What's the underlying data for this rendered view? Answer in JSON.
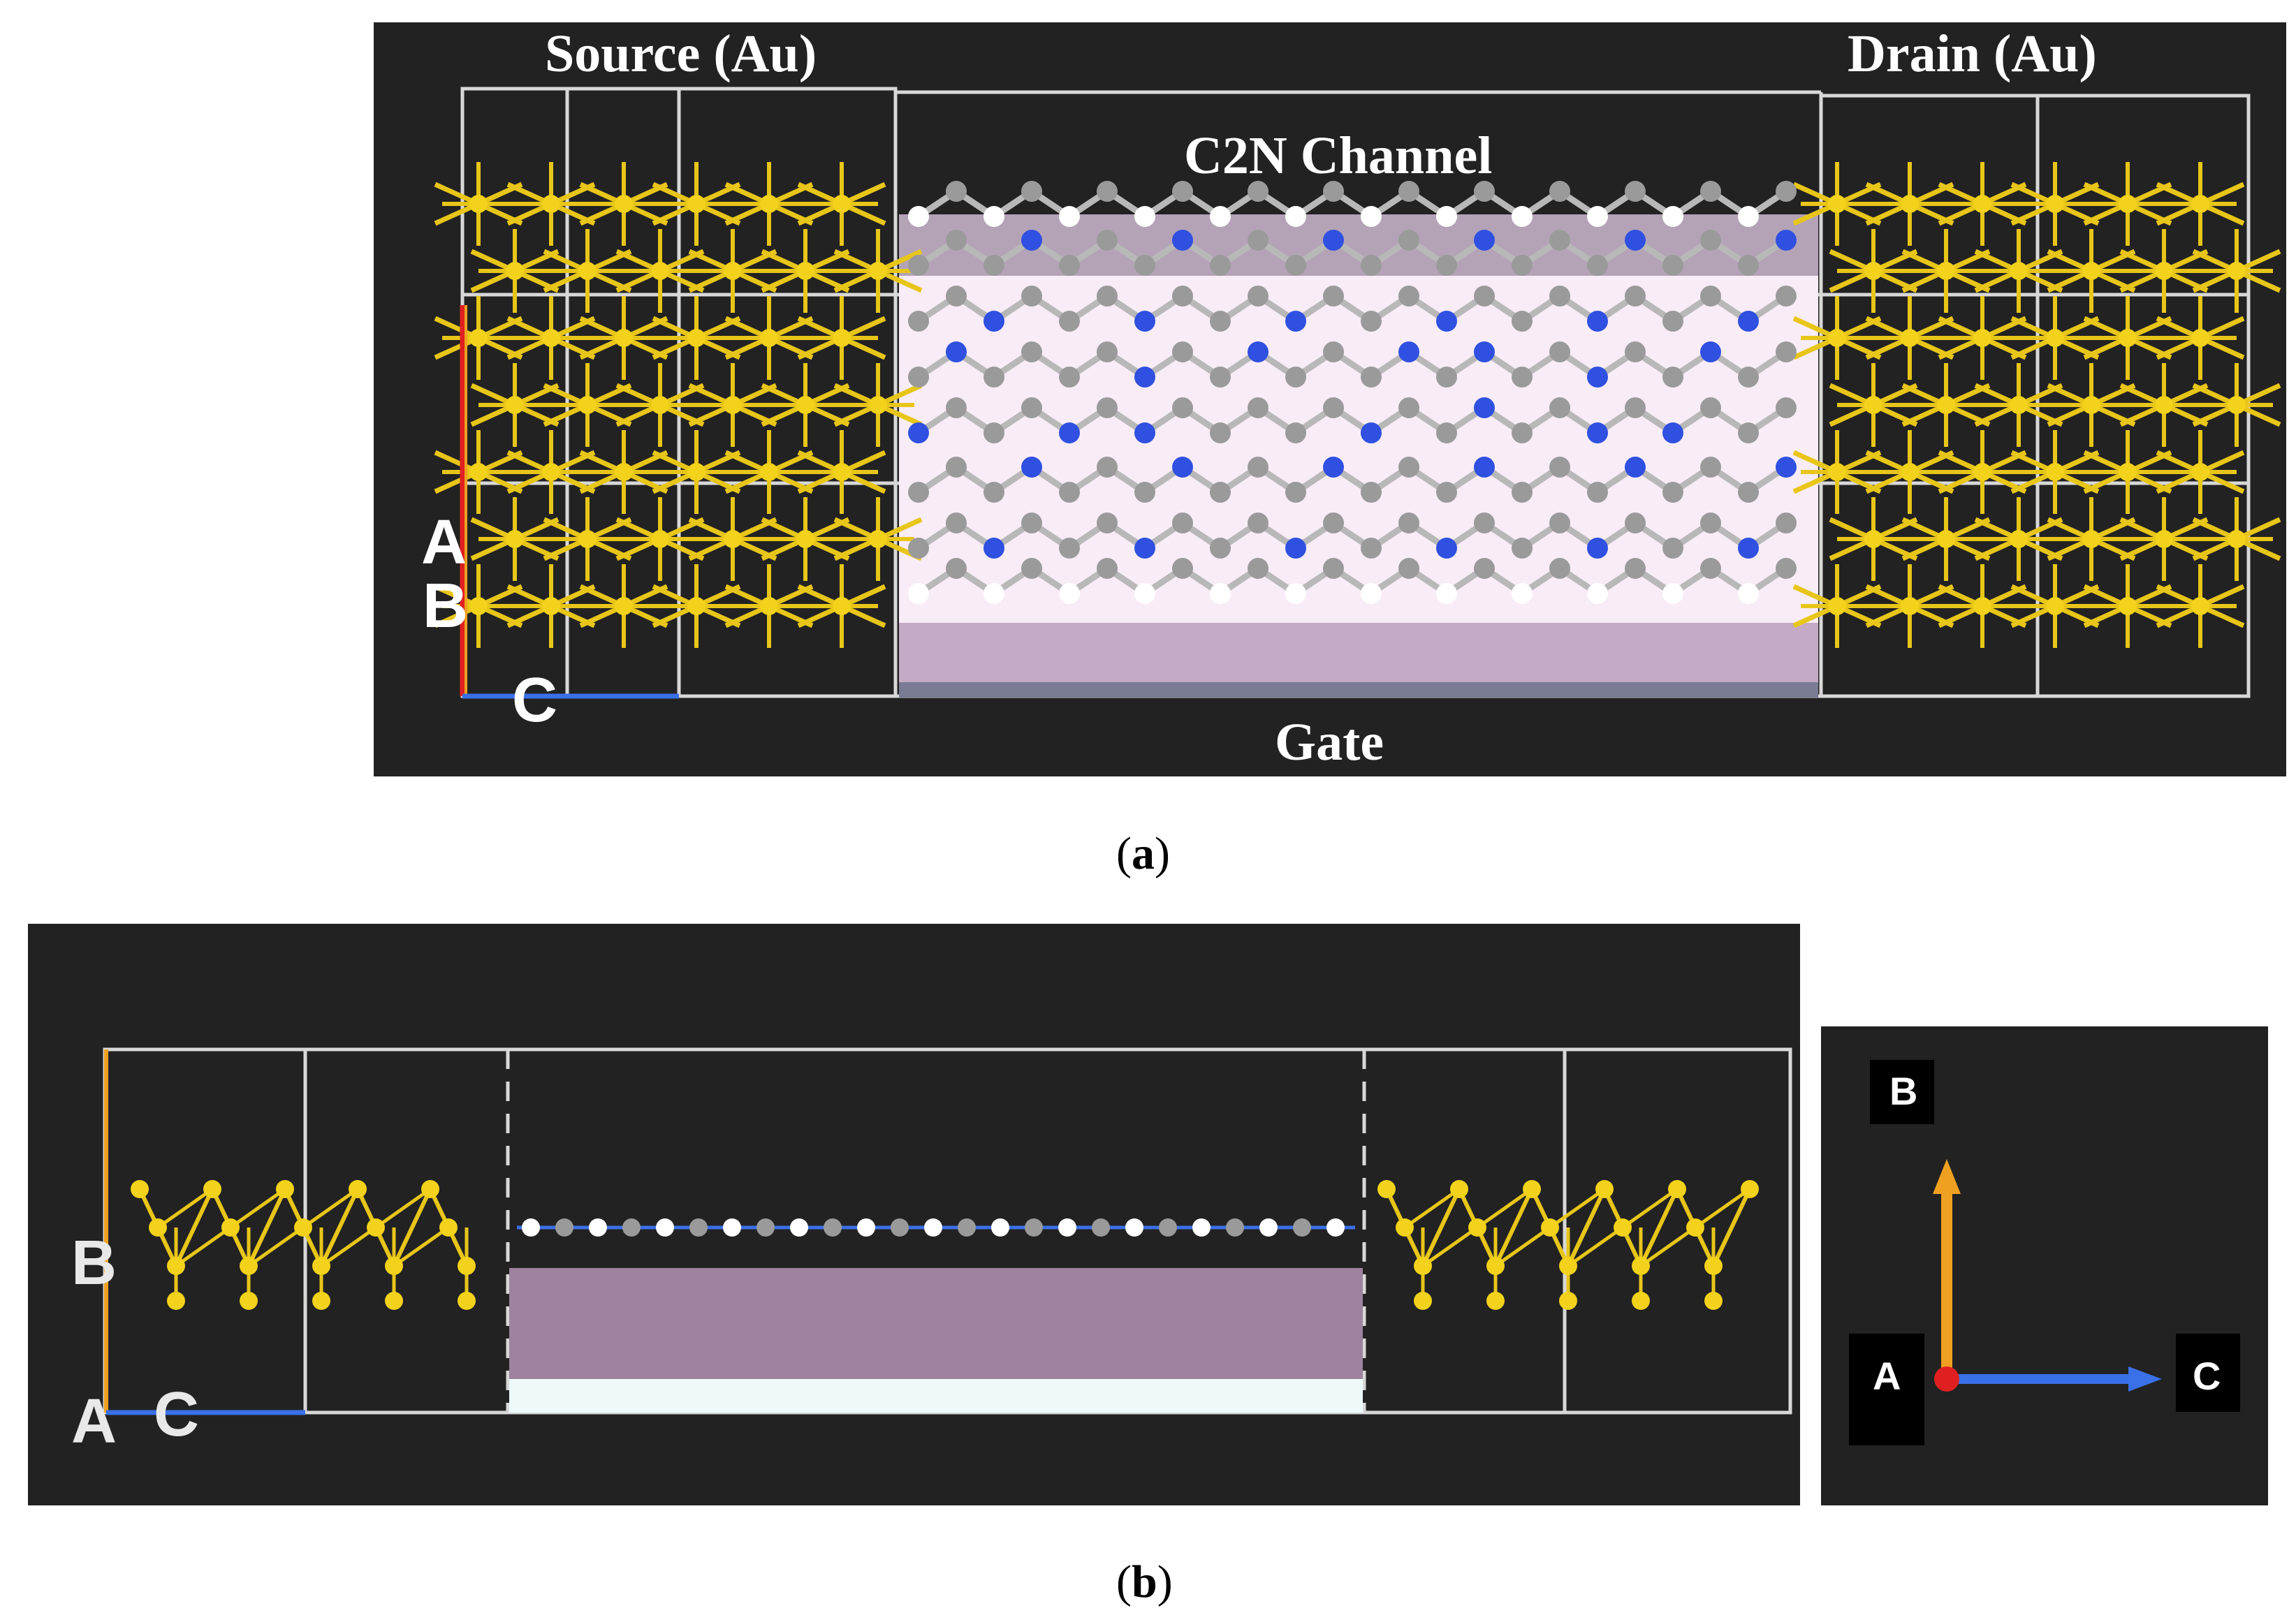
{
  "panel_a": {
    "source_label": "Source (Au)",
    "drain_label": "Drain (Au)",
    "channel_label": "C2N Channel",
    "gate_label": "Gate",
    "axis_a": "A",
    "axis_b": "B",
    "axis_c": "C",
    "caption_open": "(",
    "caption_letter": "a",
    "caption_close": ")"
  },
  "panel_b": {
    "axis_a": "A",
    "axis_b": "B",
    "axis_c": "C",
    "caption_open": "(",
    "caption_letter": "b",
    "caption_close": ")"
  },
  "axes_inset": {
    "label_a": "A",
    "label_b": "B",
    "label_c": "C"
  },
  "colors": {
    "background": "#222222",
    "gold_atom": "#f2d21a",
    "gold_bond": "#e8c619",
    "carbon": "#9a9a9a",
    "nitrogen": "#2f50e0",
    "hydrogen": "#ffffff",
    "channel_fill": "#f8ecf6",
    "oxide_band": "#a896ac",
    "gate_plate": "#c4aac4",
    "axis_a_color": "#e02020",
    "axis_b_color": "#f0a020",
    "axis_c_color": "#3a70e8",
    "cell_lines": "#d8d8d8"
  }
}
